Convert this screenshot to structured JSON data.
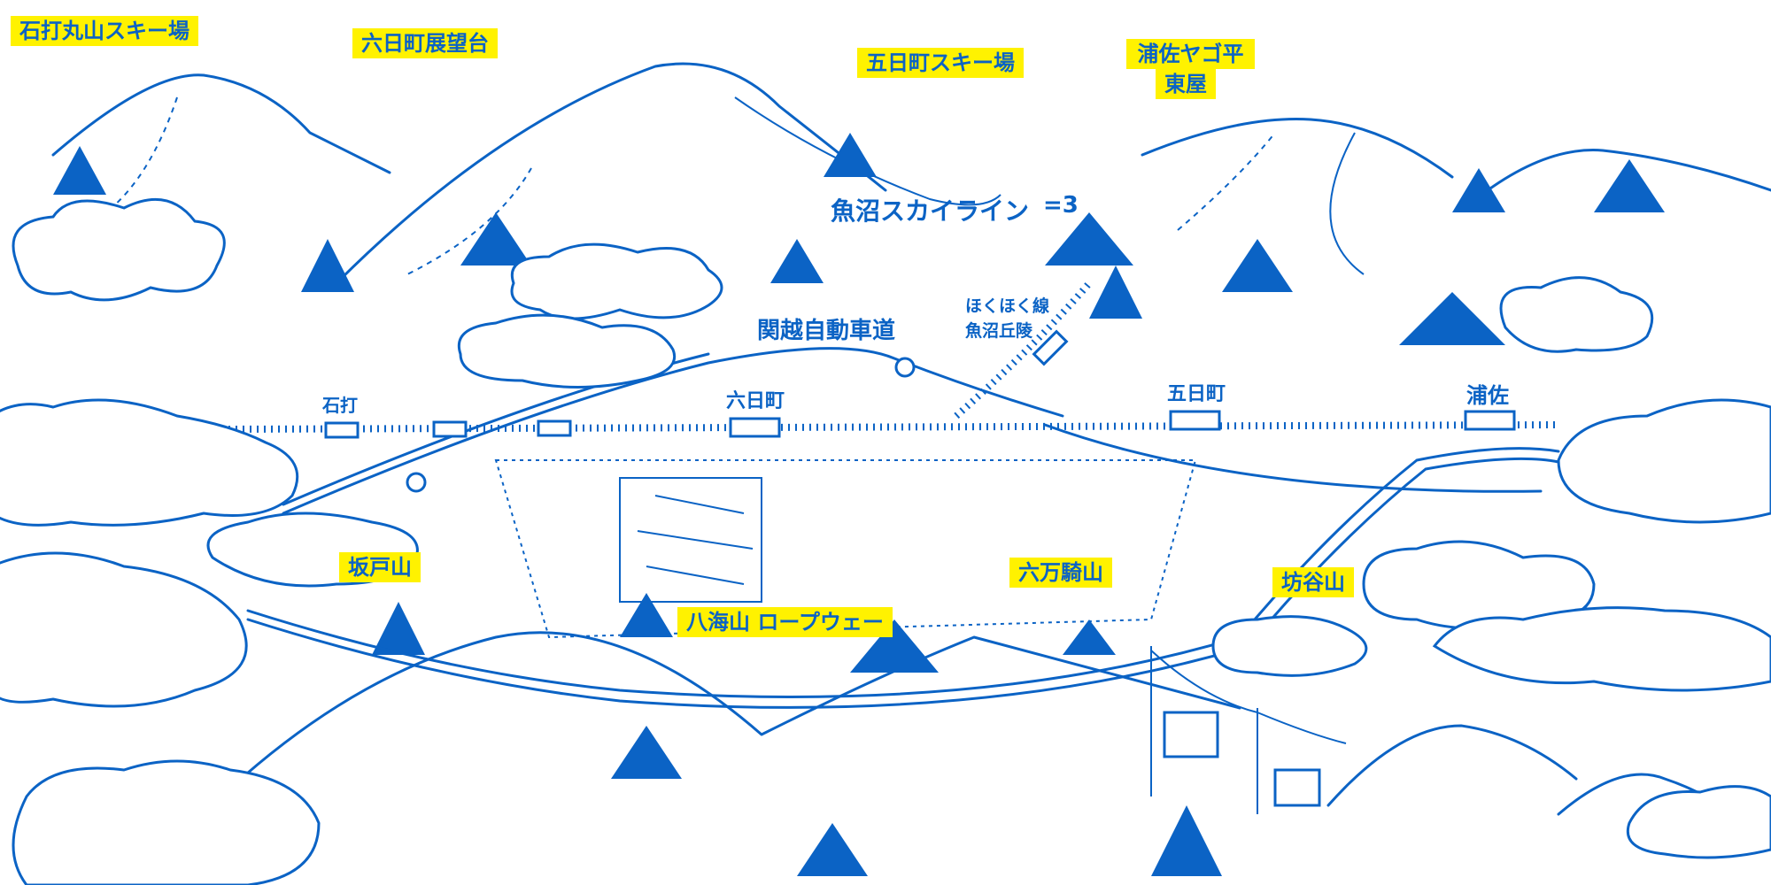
{
  "colors": {
    "ink": "#0b63c5",
    "label_bg": "#fff200",
    "background": "#ffffff"
  },
  "spot_labels": {
    "ishiuchi_ski": "石打丸山スキー場",
    "muikamachi_observatory": "六日町展望台",
    "itsukamachi_ski": "五日町スキー場",
    "urasa_yagodaira_1": "浦佐ヤゴ平",
    "urasa_yagodaira_2": "東屋",
    "sakadoyama": "坂戸山",
    "hakkaisan_ropeway": "八海山 ロープウェー",
    "rokumangiyama": "六万騎山",
    "boyasan": "坊谷山"
  },
  "map_text": {
    "skyline": "魚沼スカイライン",
    "expressway": "関越自動車道",
    "hokuhoku_1": "ほくほく線",
    "hokuhoku_2": "魚沼丘陵",
    "honk": "=3"
  },
  "stations": [
    "石打",
    "六日町",
    "五日町",
    "浦佐"
  ]
}
